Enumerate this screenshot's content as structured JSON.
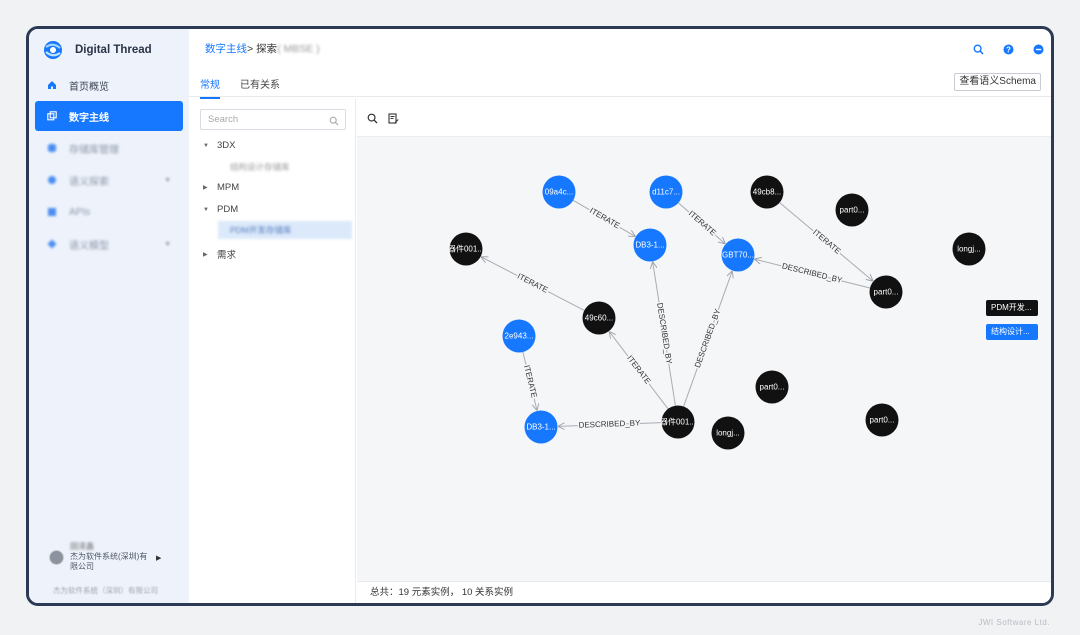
{
  "app": {
    "name": "Digital Thread"
  },
  "sidebar": {
    "items": [
      {
        "label": "首页概览",
        "icon": "home-icon"
      },
      {
        "label": "数字主线",
        "icon": "copy-icon",
        "active": true
      },
      {
        "label": "存储库管理",
        "icon": "database-icon"
      },
      {
        "label": "语义探索",
        "icon": "compass-icon",
        "expandable": true
      },
      {
        "label": "APIs",
        "icon": "api-icon"
      },
      {
        "label": "语义模型",
        "icon": "model-icon",
        "expandable": true
      }
    ],
    "user": {
      "name": "田泽鑫",
      "company": "杰为软件系统(深圳)有限公司"
    },
    "copyright": "杰为软件系统（深圳）有限公司"
  },
  "header": {
    "breadcrumb": {
      "root": "数字主线",
      "sep": "> ",
      "current": "探索",
      "extra": "( MBSE )"
    }
  },
  "tabs": [
    {
      "label": "常规",
      "active": true
    },
    {
      "label": "已有关系"
    }
  ],
  "schema_button": "查看语义Schema",
  "tree": {
    "search_placeholder": "Search",
    "nodes": [
      {
        "label": "3DX",
        "expanded": true,
        "children": [
          "结构设计存储库"
        ]
      },
      {
        "label": "MPM",
        "expanded": false
      },
      {
        "label": "PDM",
        "expanded": true,
        "children": [
          "PDM开发存储库"
        ]
      },
      {
        "label": "需求",
        "expanded": false
      }
    ]
  },
  "graph": {
    "colors": {
      "blue": "#1677ff",
      "black": "#111111",
      "edge": "#a8acb3"
    },
    "nodes": [
      {
        "id": "n1",
        "label": "09a4c...",
        "color": "blue"
      },
      {
        "id": "n2",
        "label": "d11c7...",
        "color": "blue"
      },
      {
        "id": "n3",
        "label": "49cb8...",
        "color": "black"
      },
      {
        "id": "n4",
        "label": "part0...",
        "color": "black"
      },
      {
        "id": "n5",
        "label": "器件001...",
        "color": "black"
      },
      {
        "id": "n6",
        "label": "DB3-1...",
        "color": "blue"
      },
      {
        "id": "n7",
        "label": "GBT70...",
        "color": "blue"
      },
      {
        "id": "n8",
        "label": "longj...",
        "color": "black"
      },
      {
        "id": "n9",
        "label": "part0...",
        "color": "black"
      },
      {
        "id": "n10",
        "label": "49c60...",
        "color": "black"
      },
      {
        "id": "n11",
        "label": "2e943...",
        "color": "blue"
      },
      {
        "id": "n12",
        "label": "part0...",
        "color": "black"
      },
      {
        "id": "n13",
        "label": "DB3-1...",
        "color": "blue"
      },
      {
        "id": "n14",
        "label": "器件001...",
        "color": "black"
      },
      {
        "id": "n15",
        "label": "longj...",
        "color": "black"
      },
      {
        "id": "n16",
        "label": "part0...",
        "color": "black"
      }
    ],
    "edges": [
      {
        "from": "n1",
        "to": "n6",
        "label": "ITERATE"
      },
      {
        "from": "n2",
        "to": "n7",
        "label": "ITERATE"
      },
      {
        "from": "n3",
        "to": "n9",
        "label": "ITERATE"
      },
      {
        "from": "n9",
        "to": "n7",
        "label": "DESCRIBED_BY"
      },
      {
        "from": "n10",
        "to": "n5",
        "label": "ITERATE"
      },
      {
        "from": "n14",
        "to": "n6",
        "label": "DESCRIBED_BY"
      },
      {
        "from": "n14",
        "to": "n7",
        "label": "DESCRIBED_BY"
      },
      {
        "from": "n14",
        "to": "n10",
        "label": "ITERATE"
      },
      {
        "from": "n11",
        "to": "n13",
        "label": "ITERATE"
      },
      {
        "from": "n14",
        "to": "n13",
        "label": "DESCRIBED_BY"
      }
    ],
    "legend": [
      {
        "label": "PDM开发存储库",
        "display": "PDM开发...",
        "color": "#111111"
      },
      {
        "label": "结构设计存储库",
        "display": "结构设计...",
        "color": "#1677ff"
      }
    ]
  },
  "status": {
    "text": "总共：19 元素实例， 10 关系实例"
  },
  "watermark": "JWI Software Ltd."
}
